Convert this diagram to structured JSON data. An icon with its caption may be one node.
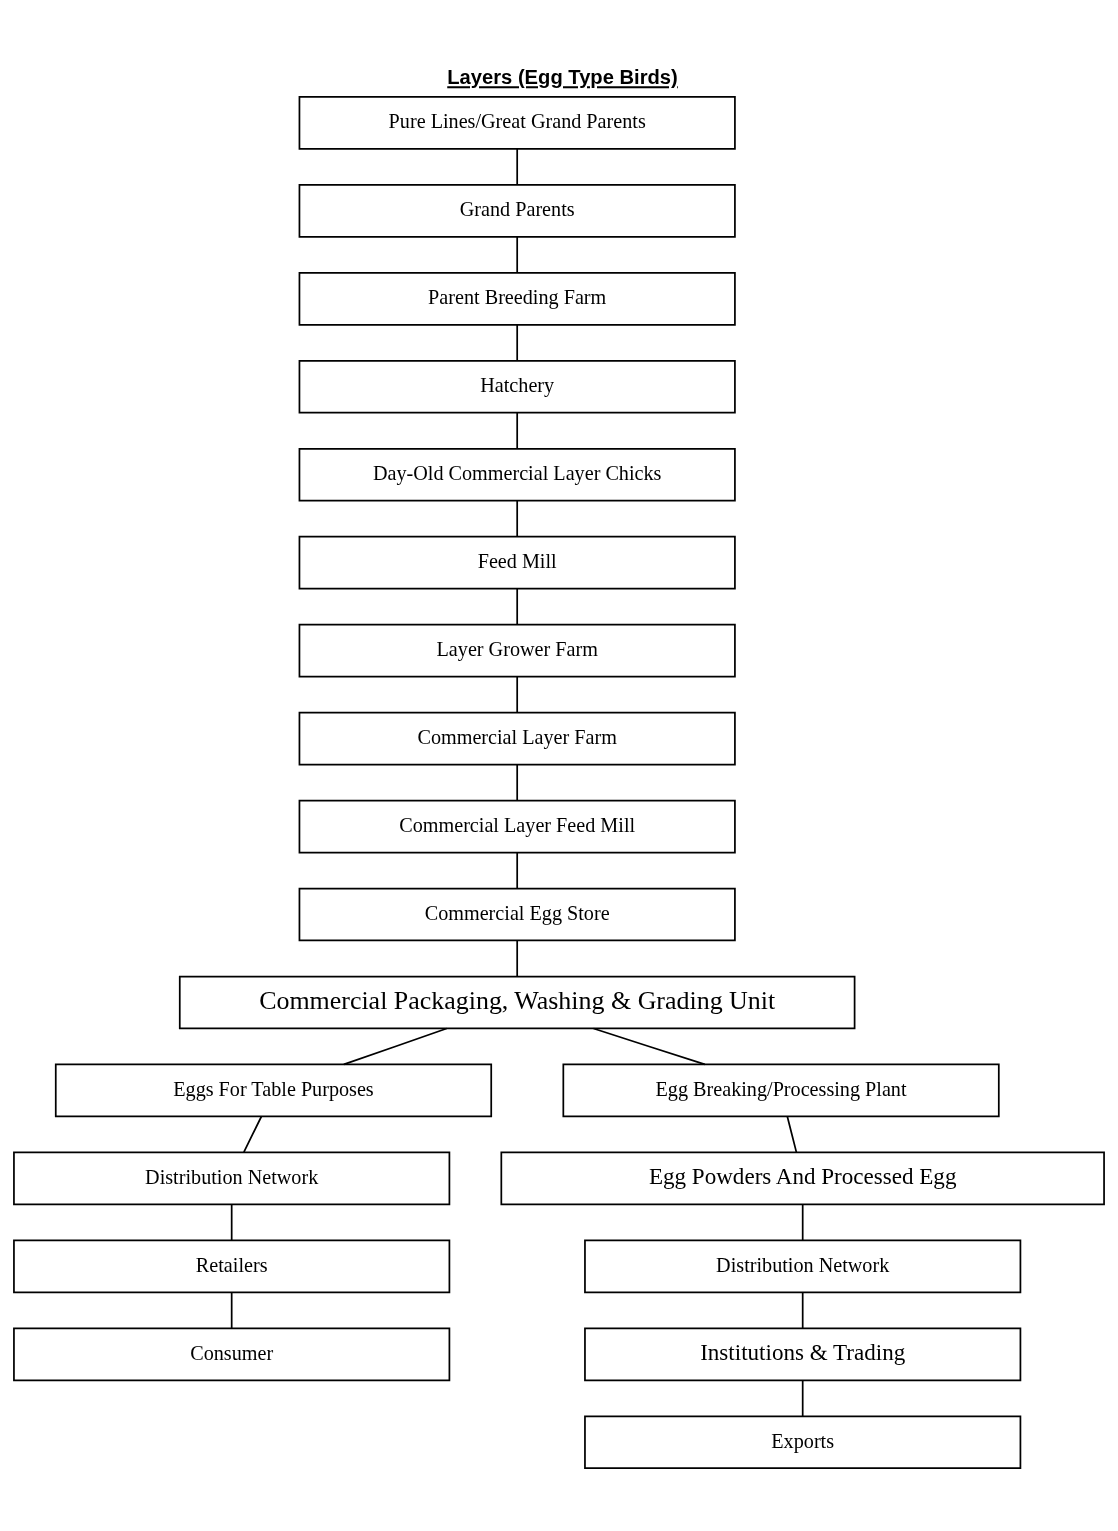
{
  "diagram": {
    "title": "Layers (Egg Type Birds)",
    "nodes": [
      {
        "text": [
          "Pure Lines/Great Grand Parents"
        ]
      },
      {
        "text": [
          "Grand Parents"
        ]
      },
      {
        "text": [
          "Parent Breeding Farm"
        ]
      },
      {
        "text": [
          "Hatchery"
        ]
      },
      {
        "text": [
          "Day-Old Commercial Layer Chicks"
        ]
      },
      {
        "text": [
          "Feed Mill"
        ]
      },
      {
        "text": [
          "Layer Grower Farm"
        ]
      },
      {
        "text": [
          "Commercial Layer Farm"
        ]
      },
      {
        "text": [
          "Commercial Layer Feed Mill"
        ]
      },
      {
        "text": [
          "Commercial Egg Store"
        ]
      },
      {
        "text": [
          "Commercial Packaging, Washing & Grading Unit"
        ]
      },
      {
        "text": [
          "Eggs For Table Purposes"
        ]
      },
      {
        "text": [
          "Egg Breaking/Processing Plant"
        ]
      },
      {
        "text": [
          "Distribution Network"
        ]
      },
      {
        "text": [
          "Egg Powders And Processed Egg"
        ]
      },
      {
        "text": [
          "Retailers"
        ]
      },
      {
        "text": [
          "Distribution Network"
        ]
      },
      {
        "text": [
          "Consumer"
        ]
      },
      {
        "text": [
          "Institutions & Trading"
        ]
      },
      {
        "text": [
          "Exports"
        ]
      }
    ],
    "edges": [
      {
        "from": 0,
        "to": 1,
        "arrow": "none"
      },
      {
        "from": 1,
        "to": 2,
        "arrow": "none"
      },
      {
        "from": 2,
        "to": 3,
        "arrow": "none"
      },
      {
        "from": 3,
        "to": 4,
        "arrow": "none"
      },
      {
        "from": 4,
        "to": 5,
        "arrow": "none"
      },
      {
        "from": 5,
        "to": 6,
        "arrow": "none"
      },
      {
        "from": 6,
        "to": 7,
        "arrow": "none"
      },
      {
        "from": 7,
        "to": 8,
        "arrow": "none"
      },
      {
        "from": 8,
        "to": 9,
        "arrow": "none"
      },
      {
        "from": 9,
        "to": 10,
        "arrow": "none"
      },
      {
        "from": 10,
        "to": 11,
        "arrow": "none"
      },
      {
        "from": 10,
        "to": 12,
        "arrow": "none"
      },
      {
        "from": 11,
        "to": 13,
        "arrow": "none"
      },
      {
        "from": 13,
        "to": 15,
        "arrow": "none"
      },
      {
        "from": 15,
        "to": 17,
        "arrow": "none"
      },
      {
        "from": 12,
        "to": 14,
        "arrow": "none"
      },
      {
        "from": 14,
        "to": 16,
        "arrow": "none"
      },
      {
        "from": 16,
        "to": 18,
        "arrow": "none"
      },
      {
        "from": 18,
        "to": 19,
        "arrow": "none"
      }
    ]
  }
}
